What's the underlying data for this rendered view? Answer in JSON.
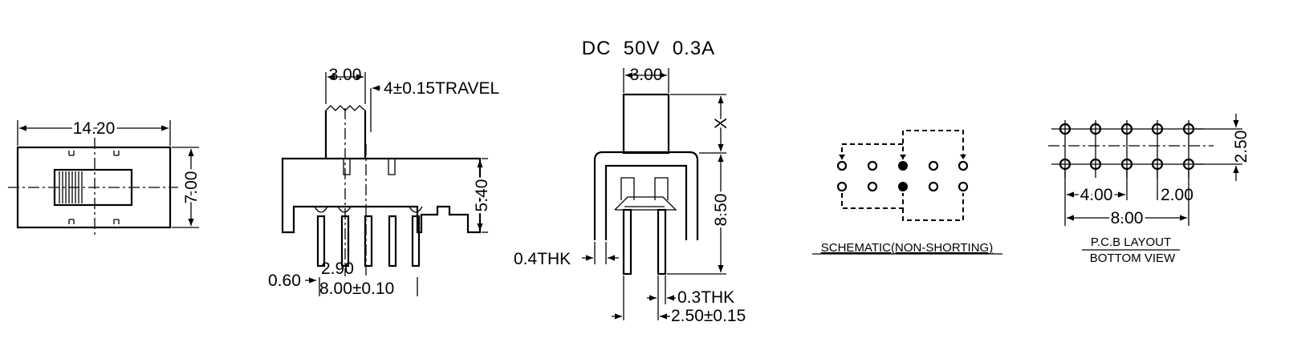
{
  "title": "DC  50V  0.3A",
  "top_view": {
    "width_dim": "14.20",
    "height_dim": "7.00"
  },
  "side_view": {
    "actuator_width": "3.00",
    "travel": "4±0.15TRAVEL",
    "body_height": "5.40",
    "pin_width": "0.60",
    "pin_pitch": "2.90",
    "overall_pitch": "8.00±0.10"
  },
  "end_view": {
    "actuator_width": "3.00",
    "actuator_height": "X",
    "body_height": "8.50",
    "frame_thk": "0.4THK",
    "pin_thk": "0.3THK",
    "pin_spacing": "2.50±0.15"
  },
  "schematic": {
    "caption": "SCHEMATIC(NON-SHORTING)"
  },
  "pcb": {
    "row_pitch": "2.50",
    "col_pitch_a": "4.00",
    "col_pitch_b": "2.00",
    "overall": "8.00",
    "caption_line1": "P.C.B LAYOUT",
    "caption_line2": "BOTTOM VIEW"
  }
}
